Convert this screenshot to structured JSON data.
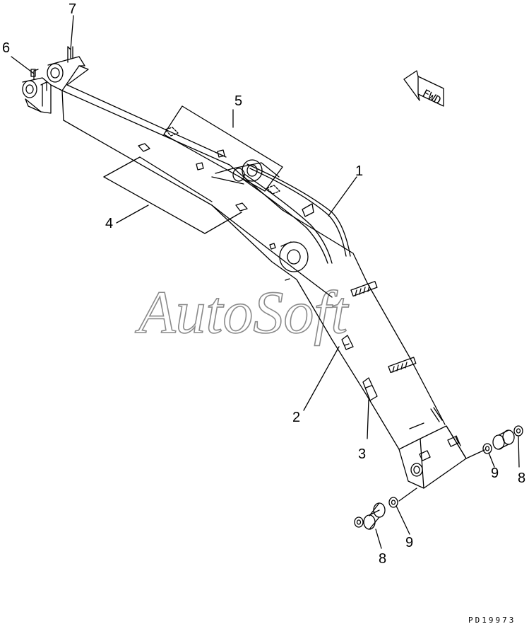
{
  "diagram": {
    "callouts": [
      "1",
      "2",
      "3",
      "4",
      "5",
      "6",
      "7",
      "8",
      "9",
      "8",
      "9"
    ],
    "direction_marker": "FWD",
    "watermark": "AutoSoft",
    "drawing_code": "PD19973"
  },
  "colors": {
    "line": "#000000",
    "watermark_outline": "#8a8a8a",
    "background": "#ffffff"
  }
}
